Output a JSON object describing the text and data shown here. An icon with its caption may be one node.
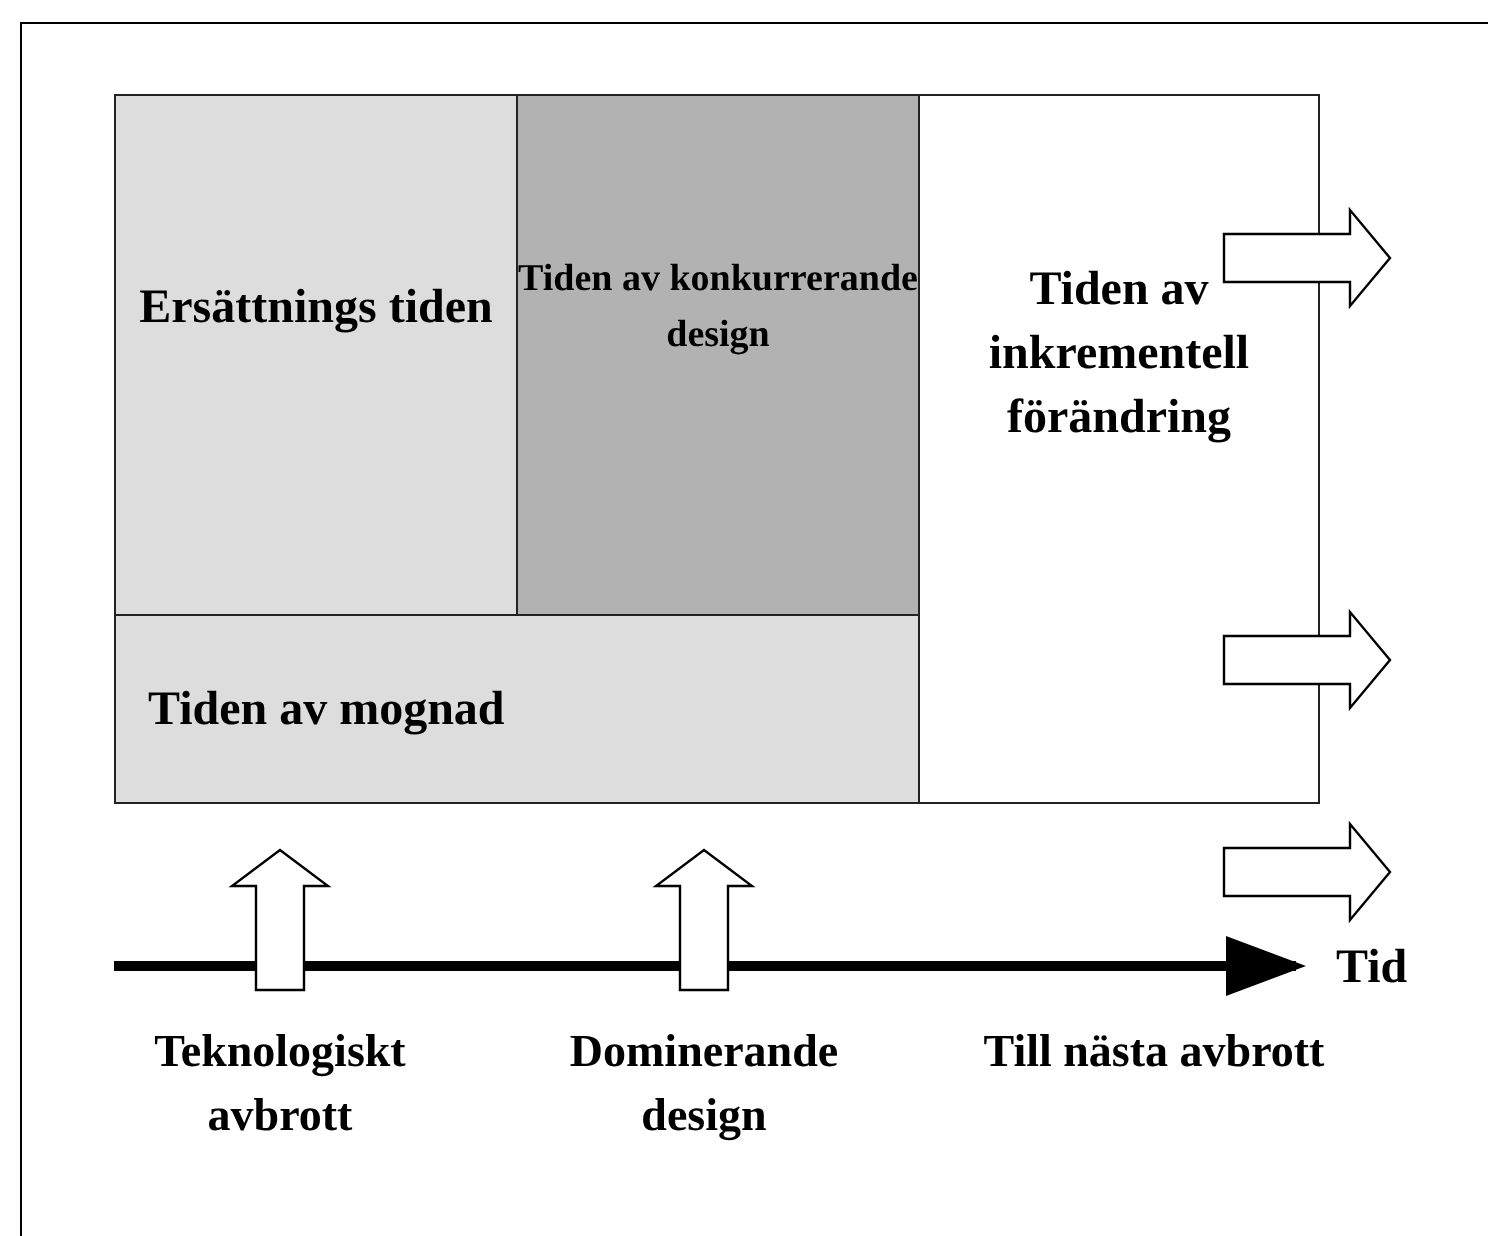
{
  "diagram": {
    "nodes": [
      {
        "text": [
          "Ersättnings tiden"
        ]
      },
      {
        "text": [
          "Tiden av konkurrerande design"
        ]
      },
      {
        "text": [
          "Tiden av inkrementell förändring"
        ]
      },
      {
        "text": [
          "Tiden av mognad"
        ]
      }
    ],
    "labels": [
      "Tid",
      "Teknologiskt avbrott",
      "Dominerande design",
      "Till nästa avbrott"
    ]
  }
}
